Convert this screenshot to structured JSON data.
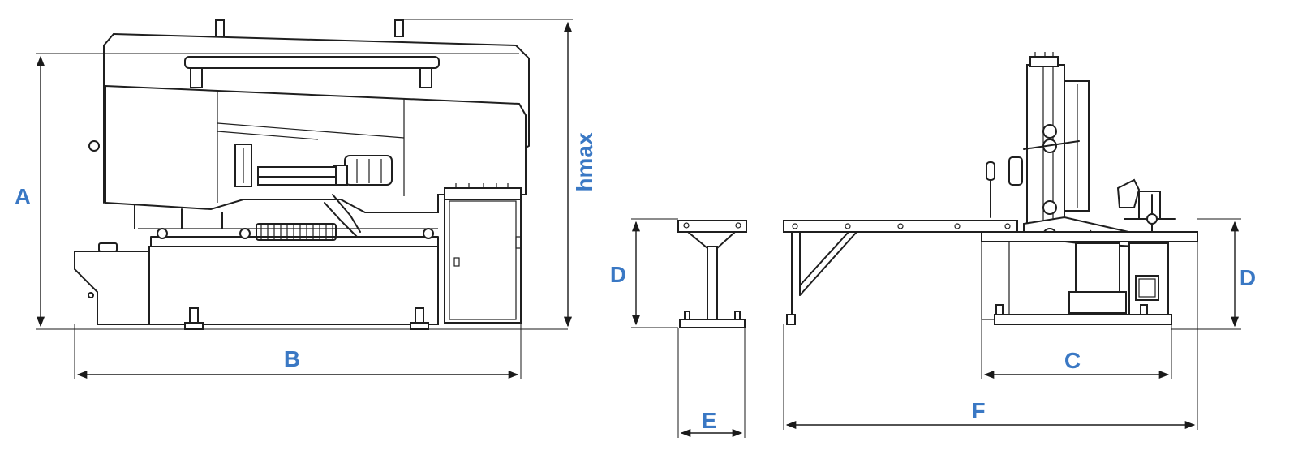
{
  "labels": {
    "A": "A",
    "B": "B",
    "C": "C",
    "D_left": "D",
    "D_right": "D",
    "E": "E",
    "F": "F",
    "hmax": "hmax"
  },
  "colors": {
    "label": "#3a78c4",
    "line": "#1f1f1f"
  }
}
